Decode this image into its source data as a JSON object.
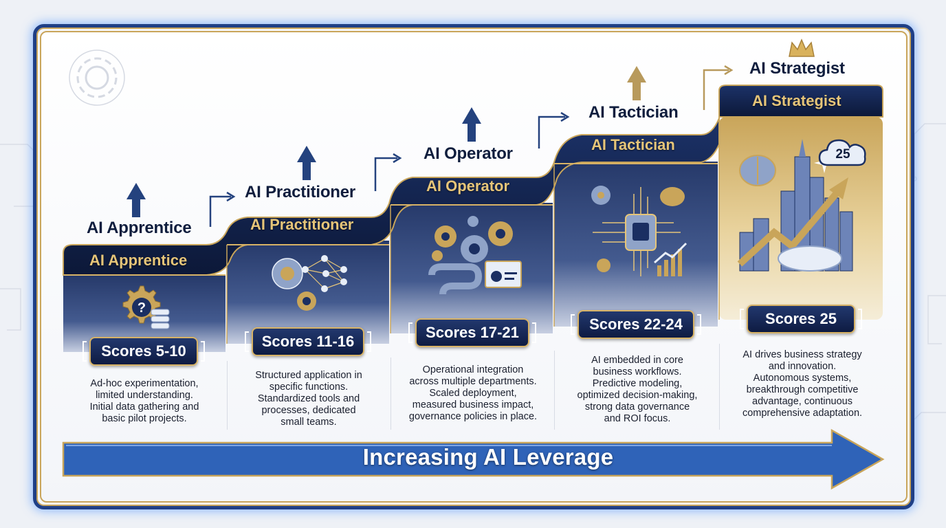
{
  "levels": [
    {
      "above_title": "AI Apprentice",
      "band_title": "AI Apprentice",
      "scores": "Scores 5-10",
      "icon": "question-gear-database-icon",
      "description": [
        "Ad-hoc experimentation,",
        "limited understanding.",
        "Initial data gathering and",
        "basic pilot projects."
      ]
    },
    {
      "above_title": "AI Practitioner",
      "band_title": "AI Practitioner",
      "scores": "Scores 11-16",
      "icon": "gears-network-icon",
      "description": [
        "Structured application in",
        "specific functions.",
        "Standardized tools and",
        "processes, dedicated",
        "small teams."
      ]
    },
    {
      "above_title": "AI Operator",
      "band_title": "AI Operator",
      "scores": "Scores 17-21",
      "icon": "gears-workflow-icon",
      "description": [
        "Operational integration",
        "across multiple departments.",
        "Scaled deployment,",
        "measured business impact,",
        "governance policies in place."
      ]
    },
    {
      "above_title": "AI Tactician",
      "band_title": "AI Tactician",
      "scores": "Scores 22-24",
      "icon": "chip-brain-chart-icon",
      "description": [
        "AI embedded in core",
        "business workflows.",
        "Predictive modeling,",
        "optimized decision-making,",
        "strong data governance",
        "and ROI focus."
      ]
    },
    {
      "above_title": "AI Strategist",
      "band_title": "AI Strategist",
      "scores": "Scores 25",
      "icon": "brain-city-growth-icon",
      "cloud_badge": "25",
      "description": [
        "AI drives business strategy",
        "and innovation.",
        "Autonomous systems,",
        "breakthrough competitive",
        "advantage, continuous",
        "comprehensive adaptation."
      ]
    }
  ],
  "leverage_label": "Increasing AI Leverage",
  "colors": {
    "navy": "#132552",
    "gold": "#c9a55a",
    "gold_text": "#e6c579",
    "arrow_blue": "#2f63b8",
    "frame_blue": "#1f3f86"
  }
}
